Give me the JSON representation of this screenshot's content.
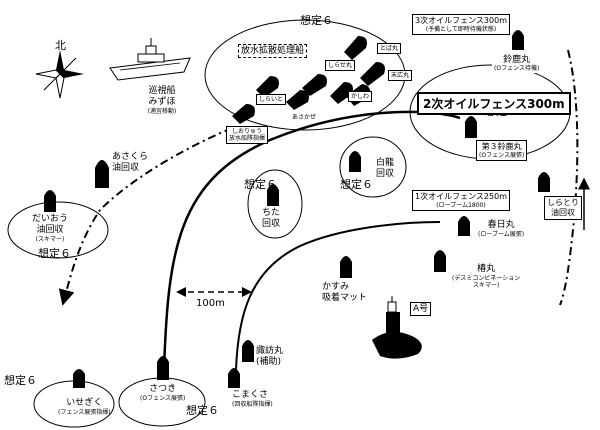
{
  "compass": {
    "north_label": "北"
  },
  "patrol": {
    "line1": "巡視船",
    "line2": "みずほ",
    "line3": "(適宜移動)"
  },
  "sotei": "想定６",
  "dispersant_title": "放水拡散処理船",
  "dispersant_vessels": [
    "とば丸",
    "しらせ丸",
    "末広丸",
    "しらいと",
    "かしわ",
    "あさかぜ"
  ],
  "dispersant_cmd": {
    "line1": "しおりゅう",
    "line2": "放水船隊指揮"
  },
  "reserve_fence": {
    "line1": "3次オイルフェンス300m",
    "line2": "(予備として即時待機状態)"
  },
  "suzuka": {
    "line1": "鈴鹿丸",
    "line2": "(Oフェンス待機)"
  },
  "fence2": "2次オイルフェンス300m",
  "daisan_suzuka": {
    "line1": "第３鈴鹿丸",
    "line2": "(Oフェンス展張)"
  },
  "asakura": {
    "line1": "あさくら",
    "line2": "油回収"
  },
  "hakuryu": {
    "line1": "白龍",
    "line2": "回収"
  },
  "daio": {
    "line1": "だいおう",
    "line2": "油回収",
    "line3": "(スキマー)"
  },
  "chita": {
    "line1": "ちた",
    "line2": "回収"
  },
  "fence1": {
    "line1": "1次オイルフェンス250m",
    "line2": "(ローブーム1800)"
  },
  "kasuga": {
    "line1": "春日丸",
    "line2": "(ローブーム展張)"
  },
  "shiratori": {
    "line1": "しらとり",
    "line2": "油回収"
  },
  "tsubaki": {
    "line1": "椿丸",
    "line2": "(デスミコンビネーション",
    "line3": "スキマー)"
  },
  "kasumi": {
    "line1": "かすみ",
    "line2": "吸着マット"
  },
  "distance": "100m",
  "a_go": "A号",
  "suwa": {
    "line1": "諏訪丸",
    "line2": "(補助)"
  },
  "komakusa": {
    "line1": "こまくさ",
    "line2": "(回収船隊指揮)"
  },
  "satsuki": {
    "line1": "さつき",
    "line2": "(Oフェンス展張)"
  },
  "isezaku": {
    "line1": "いせぎく",
    "line2": "(フェンス展張指揮)"
  }
}
